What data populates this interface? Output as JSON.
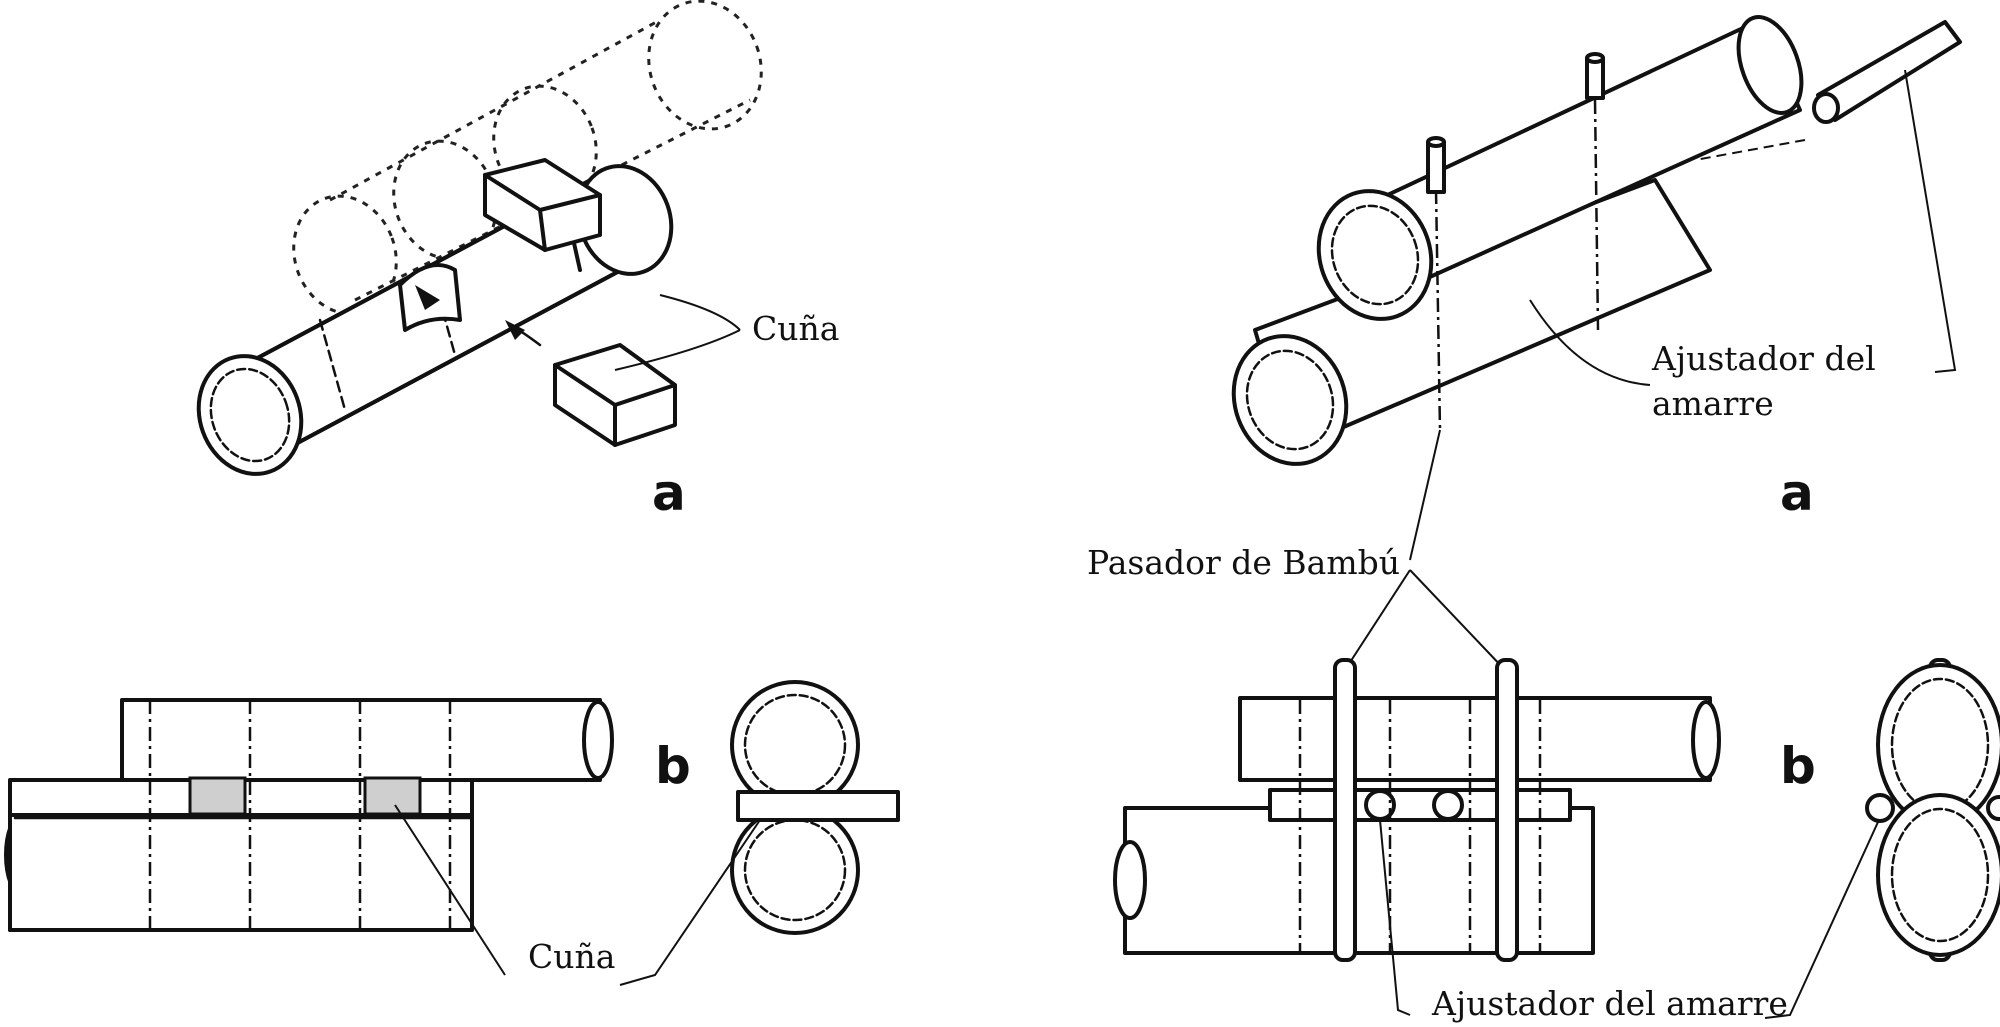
{
  "labels": {
    "wedge_top": "Cuña",
    "wedge_bottom": "Cuña",
    "lashing_adjuster_top_line1": "Ajustador del",
    "lashing_adjuster_top_line2": "amarre",
    "bamboo_pin": "Pasador de Bambú",
    "lashing_adjuster_bottom": "Ajustador del amarre"
  },
  "panels": {
    "left_a": "a",
    "left_b": "b",
    "right_a": "a",
    "right_b": "b"
  }
}
